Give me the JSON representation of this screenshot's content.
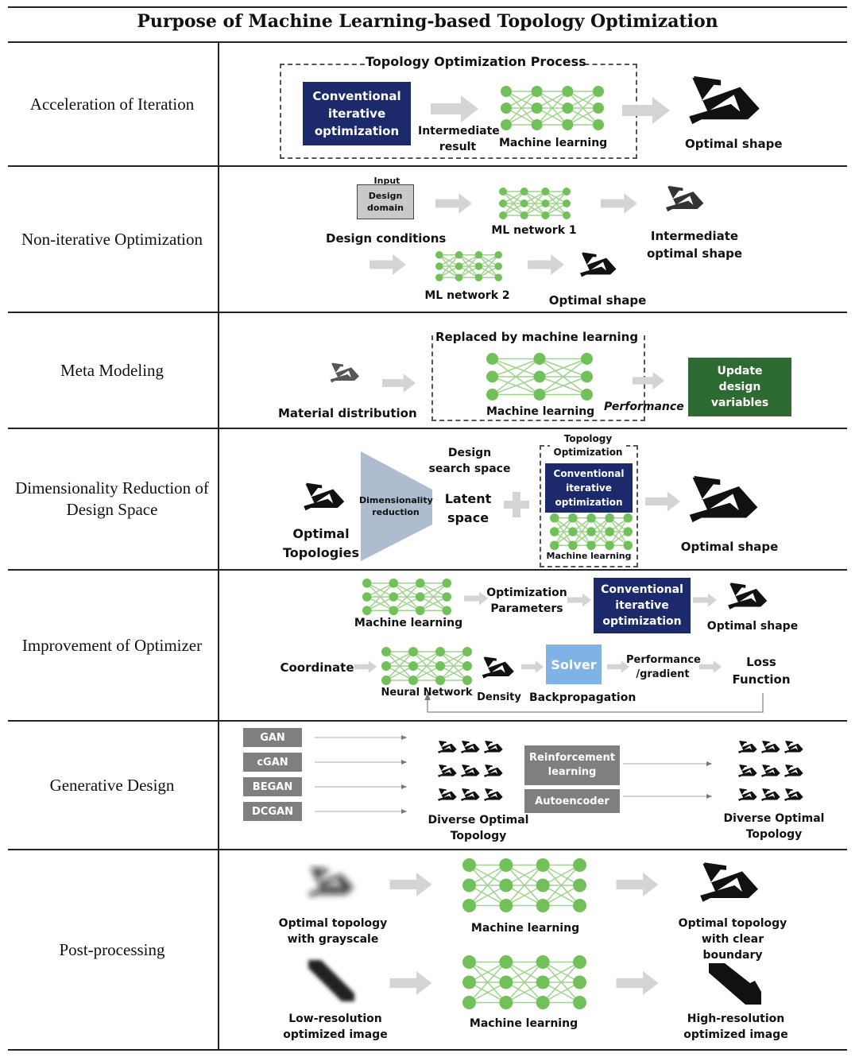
{
  "title": "Purpose of Machine Learning-based Topology Optimization",
  "rows": [
    {
      "label": "Acceleration  of Iteration",
      "process_title": "Topology Optimization Process",
      "conventional": "Conventional iterative optimization",
      "intermediate": "Intermediate result",
      "ml": "Machine learning",
      "optimal": "Optimal shape"
    },
    {
      "label": "Non-iterative Optimization",
      "input": "Input",
      "design_domain": "Design domain",
      "design_conditions": "Design conditions",
      "ml1": "ML network 1",
      "intermediate_shape": "Intermediate optimal shape",
      "ml2": "ML network 2",
      "optimal": "Optimal shape"
    },
    {
      "label": "Meta Modeling",
      "replaced": "Replaced by machine learning",
      "material": "Material distribution",
      "ml": "Machine learning",
      "performance": "Performance",
      "update": "Update design variables"
    },
    {
      "label": "Dimensionality Reduction of Design Space",
      "optimal_topologies": "Optimal Topologies",
      "dim_reduction": "Dimensionality reduction",
      "search_space": "Design search space",
      "latent": "Latent space",
      "topo_opt": "Topology Optimization",
      "conventional": "Conventional iterative optimization",
      "ml": "Machine learning",
      "optimal": "Optimal shape"
    },
    {
      "label": "Improvement of Optimizer",
      "ml": "Machine learning",
      "opt_params": "Optimization Parameters",
      "conventional": "Conventional iterative optimization",
      "optimal": "Optimal shape",
      "coordinate": "Coordinate",
      "neural": "Neural Network",
      "density": "Density",
      "solver": "Solver",
      "performance": "Performance /gradient",
      "backprop": "Backpropagation",
      "loss": "Loss Function"
    },
    {
      "label": "Generative Design",
      "models": [
        "GAN",
        "cGAN",
        "BEGAN",
        "DCGAN"
      ],
      "diverse1": "Diverse Optimal Topology",
      "reinforcement": "Reinforcement learning",
      "autoencoder": "Autoencoder",
      "diverse2": "Diverse Optimal Topology"
    },
    {
      "label": "Post-processing",
      "grayscale": "Optimal topology with grayscale",
      "ml_a": "Machine learning",
      "clear": "Optimal topology with clear boundary",
      "lowres": "Low-resolution optimized image",
      "ml_b": "Machine learning",
      "highres": "High-resolution optimized image"
    }
  ],
  "colors": {
    "navy": "#1c2a6b",
    "green_box": "#2e6b32",
    "nn_node": "#72c05a",
    "nn_edge": "#9fd38d",
    "arrow": "#d6d6d6",
    "solver": "#7fb2e5"
  }
}
